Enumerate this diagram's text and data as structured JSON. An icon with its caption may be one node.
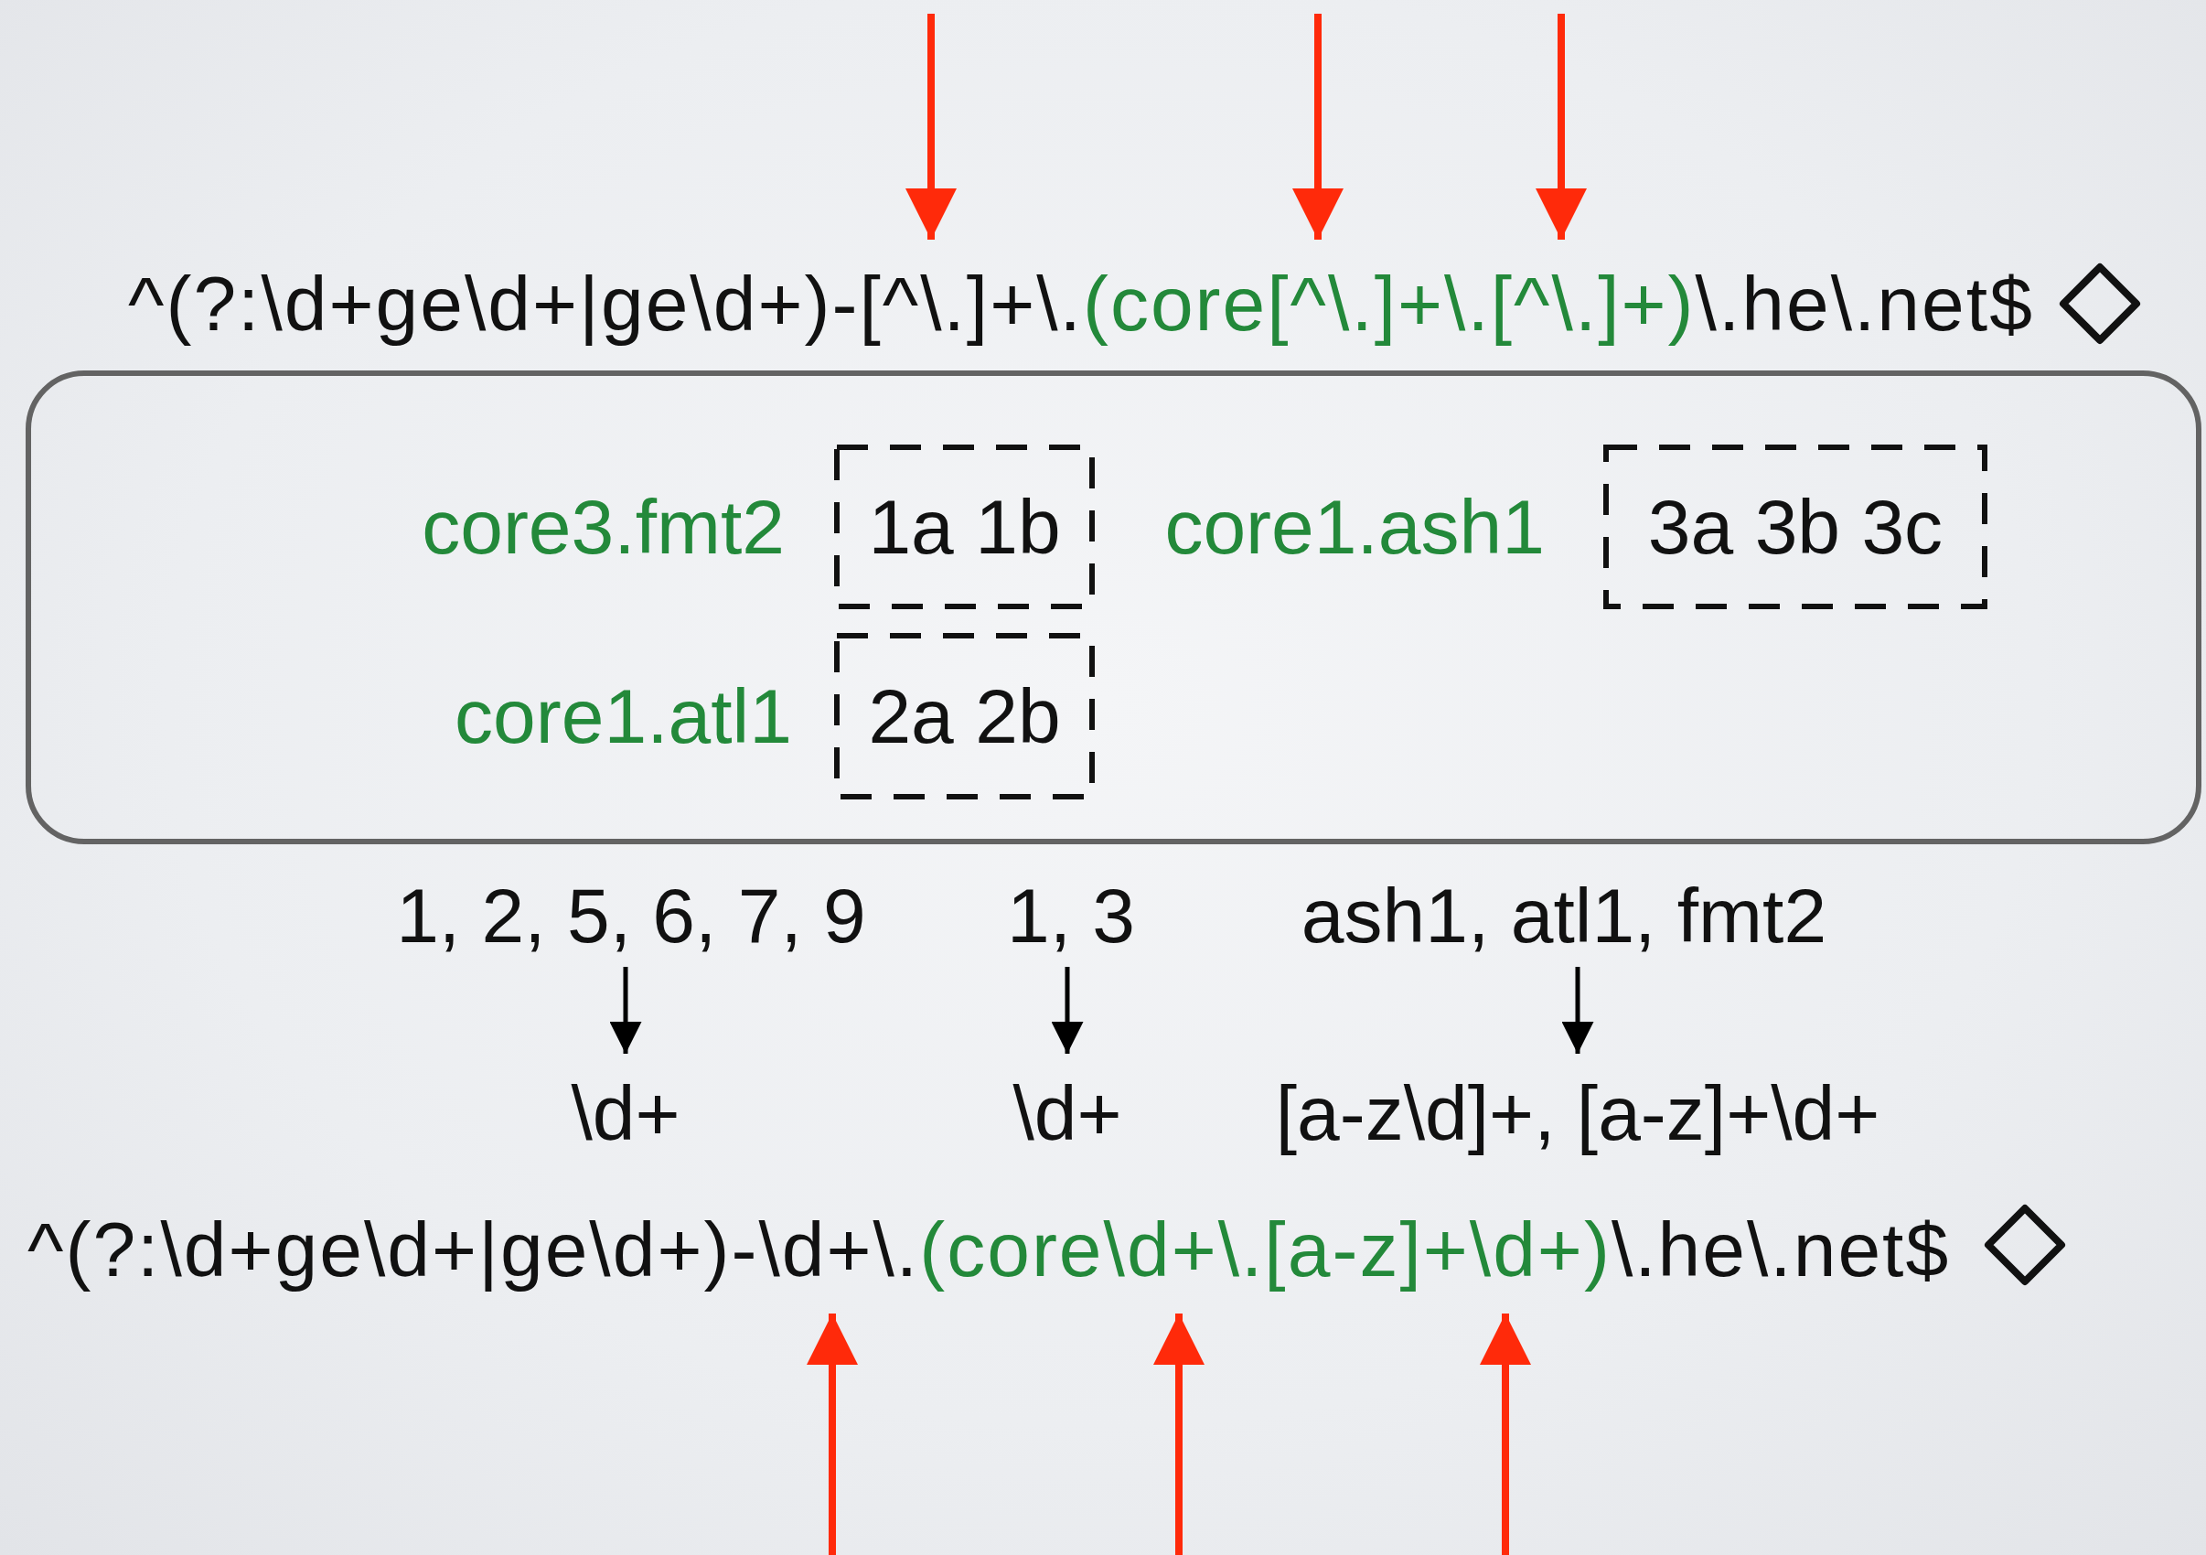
{
  "diagram": {
    "nodes": [
      {
        "text": [
          "^(?:\\d+ge\\d+|ge\\d+)-[^\\.]+\\.",
          "(core[^\\.]+\\.[^\\.]+)",
          "\\.he\\.net$"
        ]
      },
      {
        "text": [],
        "shape": "box"
      },
      {
        "text": [
          "1a 1b"
        ],
        "in": 1,
        "beside": [
          "core3.fmt2"
        ]
      },
      {
        "text": [
          "2a 2b"
        ],
        "in": 1,
        "beside": [
          "core1.atl1"
        ]
      },
      {
        "text": [
          "3a 3b 3c"
        ],
        "in": 1,
        "beside": [
          "core1.ash1"
        ]
      },
      {
        "text": [
          "1, 2, 5, 6, 7, 9"
        ]
      },
      {
        "text": [
          "1, 3"
        ]
      },
      {
        "text": [
          "ash1, atl1, fmt2"
        ]
      },
      {
        "text": [
          "\\d+"
        ]
      },
      {
        "text": [
          "\\d+"
        ]
      },
      {
        "text": [
          "[a-z\\d]+, [a-z]+\\d+"
        ]
      },
      {
        "text": [
          "^(?:\\d+ge\\d+|ge\\d+)-\\d+\\.",
          "(core\\d+\\.[a-z]+\\d+)",
          "\\.he\\.net$"
        ]
      }
    ],
    "edges": [
      {
        "from": null,
        "to": 0,
        "arrow": "to"
      },
      {
        "from": null,
        "to": 0,
        "arrow": "to"
      },
      {
        "from": null,
        "to": 0,
        "arrow": "to"
      },
      {
        "from": 5,
        "to": 8,
        "arrow": "to",
        "color": "#000000"
      },
      {
        "from": 6,
        "to": 9,
        "arrow": "to",
        "color": "#000000"
      },
      {
        "from": 7,
        "to": 10,
        "arrow": "to",
        "color": "#000000"
      },
      {
        "from": null,
        "to": 11,
        "arrow": "to"
      },
      {
        "from": null,
        "to": 11,
        "arrow": "to"
      },
      {
        "from": null,
        "to": 11,
        "arrow": "to"
      }
    ]
  }
}
